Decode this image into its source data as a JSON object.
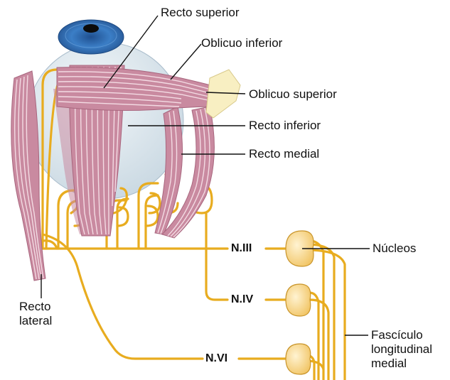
{
  "colors": {
    "eyeball": "#e3ecf1",
    "iris": "#3b7ec6",
    "muscle": "#c98aa0",
    "muscle_stripe": "#f3dbe3",
    "nerve": "#e8ac1f",
    "nucleus": "#f6d48a",
    "tendon": "#f8efc2"
  },
  "labels": {
    "recto_superior": "Recto superior",
    "oblicuo_inferior": "Oblicuo inferior",
    "oblicuo_superior": "Oblicuo superior",
    "recto_inferior": "Recto inferior",
    "recto_medial": "Recto medial",
    "nucleos": "Núcleos",
    "recto_lateral_1": "Recto",
    "recto_lateral_2": "lateral",
    "fasciculo_1": "Fascículo",
    "fasciculo_2": "longitudinal",
    "fasciculo_3": "medial"
  },
  "nerves": {
    "n3": "N.III",
    "n4": "N.IV",
    "n6": "N.VI"
  }
}
